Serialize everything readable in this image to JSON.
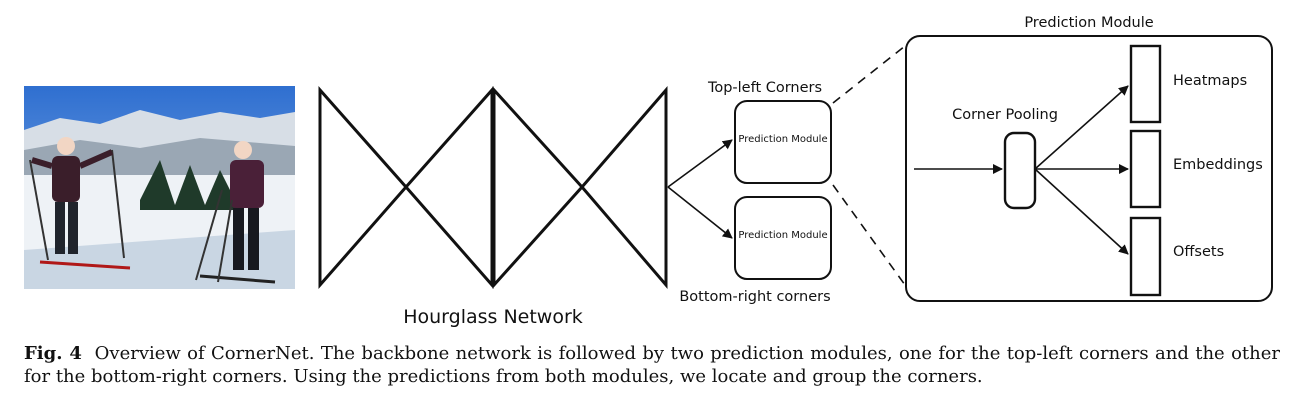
{
  "figure": {
    "hourglass_label": "Hourglass Network",
    "top_branch_label": "Top-left Corners",
    "bottom_branch_label": "Bottom-right corners",
    "small_module_label": "Prediction Module",
    "big_module_title": "Prediction Module",
    "corner_pooling_label": "Corner Pooling",
    "outputs": [
      "Heatmaps",
      "Embeddings",
      "Offsets"
    ]
  },
  "caption": {
    "label": "Fig. 4",
    "text": "Overview of CornerNet. The backbone network is followed by two prediction modules, one for the top-left corners and the other for the bottom-right corners. Using the predictions from both modules, we locate and group the corners."
  }
}
